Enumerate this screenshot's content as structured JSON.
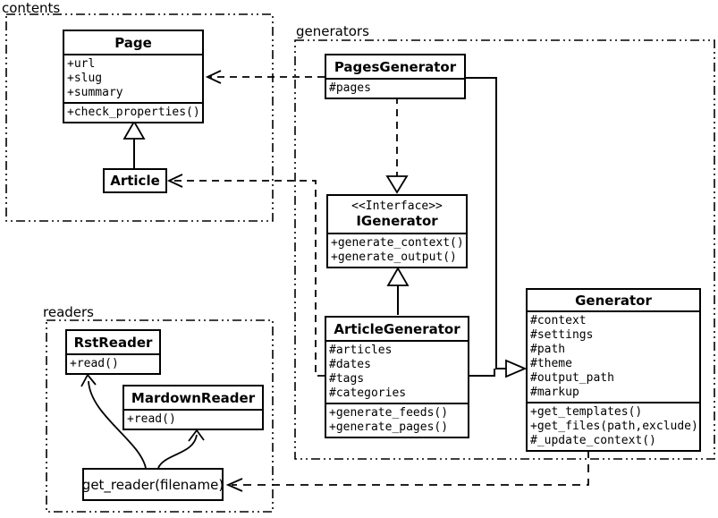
{
  "packages": {
    "contents": {
      "label": "contents"
    },
    "generators": {
      "label": "generators"
    },
    "readers": {
      "label": "readers"
    }
  },
  "classes": {
    "page": {
      "title": "Page",
      "attributes": [
        "+url",
        "+slug",
        "+summary"
      ],
      "methods": [
        "+check_properties()"
      ]
    },
    "article": {
      "title": "Article"
    },
    "pages_generator": {
      "title": "PagesGenerator",
      "attributes": [
        "#pages"
      ]
    },
    "igenerator": {
      "stereotype": "<<Interface>>",
      "title": "IGenerator",
      "methods": [
        "+generate_context()",
        "+generate_output()"
      ]
    },
    "article_generator": {
      "title": "ArticleGenerator",
      "attributes": [
        "#articles",
        "#dates",
        "#tags",
        "#categories"
      ],
      "methods": [
        "+generate_feeds()",
        "+generate_pages()"
      ]
    },
    "generator": {
      "title": "Generator",
      "attributes": [
        "#context",
        "#settings",
        "#path",
        "#theme",
        "#output_path",
        "#markup"
      ],
      "methods": [
        "+get_templates()",
        "+get_files(path,exclude)",
        "#_update_context()"
      ]
    },
    "rst_reader": {
      "title": "RstReader",
      "methods": [
        "+read()"
      ]
    },
    "mardown_reader": {
      "title": "MardownReader",
      "methods": [
        "+read()"
      ]
    },
    "get_reader": {
      "title": "get_reader(filename)"
    }
  },
  "relations": [
    {
      "from": "Article",
      "to": "Page",
      "type": "inheritance"
    },
    {
      "from": "PagesGenerator",
      "to": "IGenerator",
      "type": "realization"
    },
    {
      "from": "ArticleGenerator",
      "to": "IGenerator",
      "type": "inheritance"
    },
    {
      "from": "PagesGenerator",
      "to": "Generator",
      "type": "inheritance"
    },
    {
      "from": "ArticleGenerator",
      "to": "Generator",
      "type": "inheritance"
    },
    {
      "from": "PagesGenerator",
      "to": "Page",
      "type": "dependency"
    },
    {
      "from": "ArticleGenerator",
      "to": "Article",
      "type": "dependency"
    },
    {
      "from": "Generator",
      "to": "get_reader(filename)",
      "type": "dependency"
    },
    {
      "from": "get_reader(filename)",
      "to": "RstReader",
      "type": "call"
    },
    {
      "from": "get_reader(filename)",
      "to": "MardownReader",
      "type": "call"
    }
  ],
  "colors": {
    "stroke": "#000000",
    "background": "#ffffff"
  }
}
